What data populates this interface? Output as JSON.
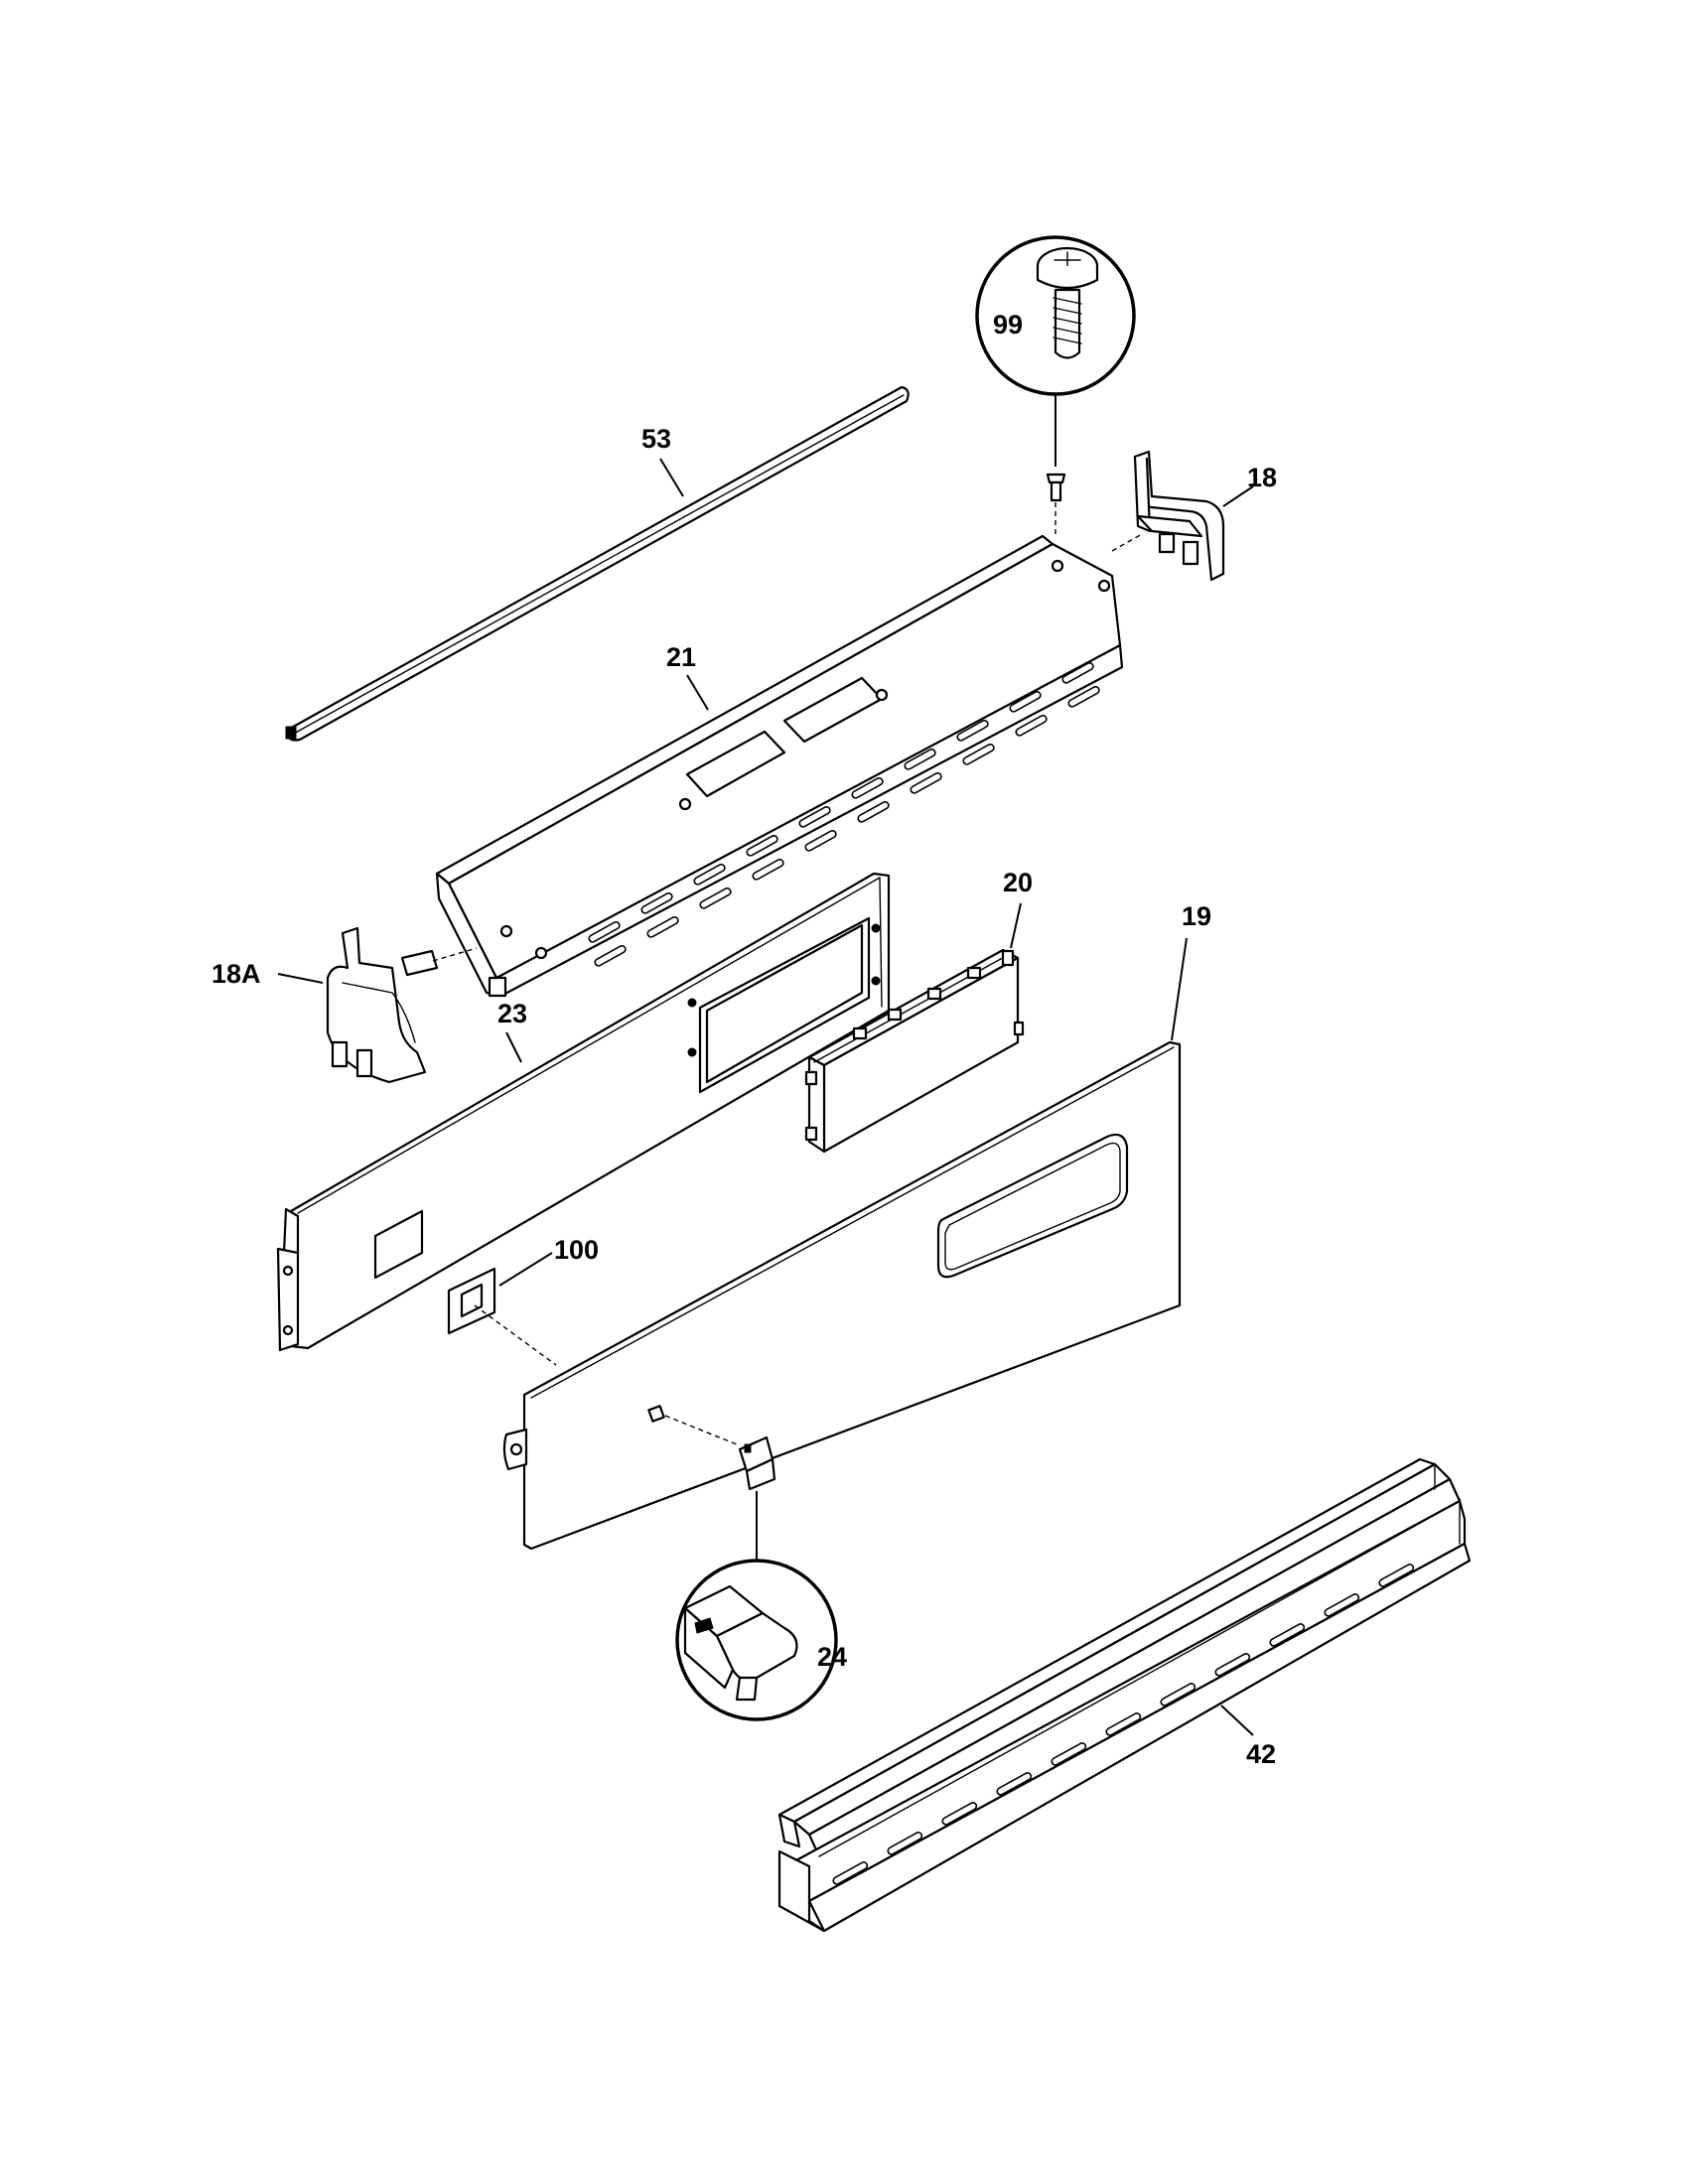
{
  "labels": {
    "p99": "99",
    "p53": "53",
    "p18": "18",
    "p21": "21",
    "p18a": "18A",
    "p20": "20",
    "p19": "19",
    "p23": "23",
    "p100": "100",
    "p24": "24",
    "p42": "42"
  }
}
